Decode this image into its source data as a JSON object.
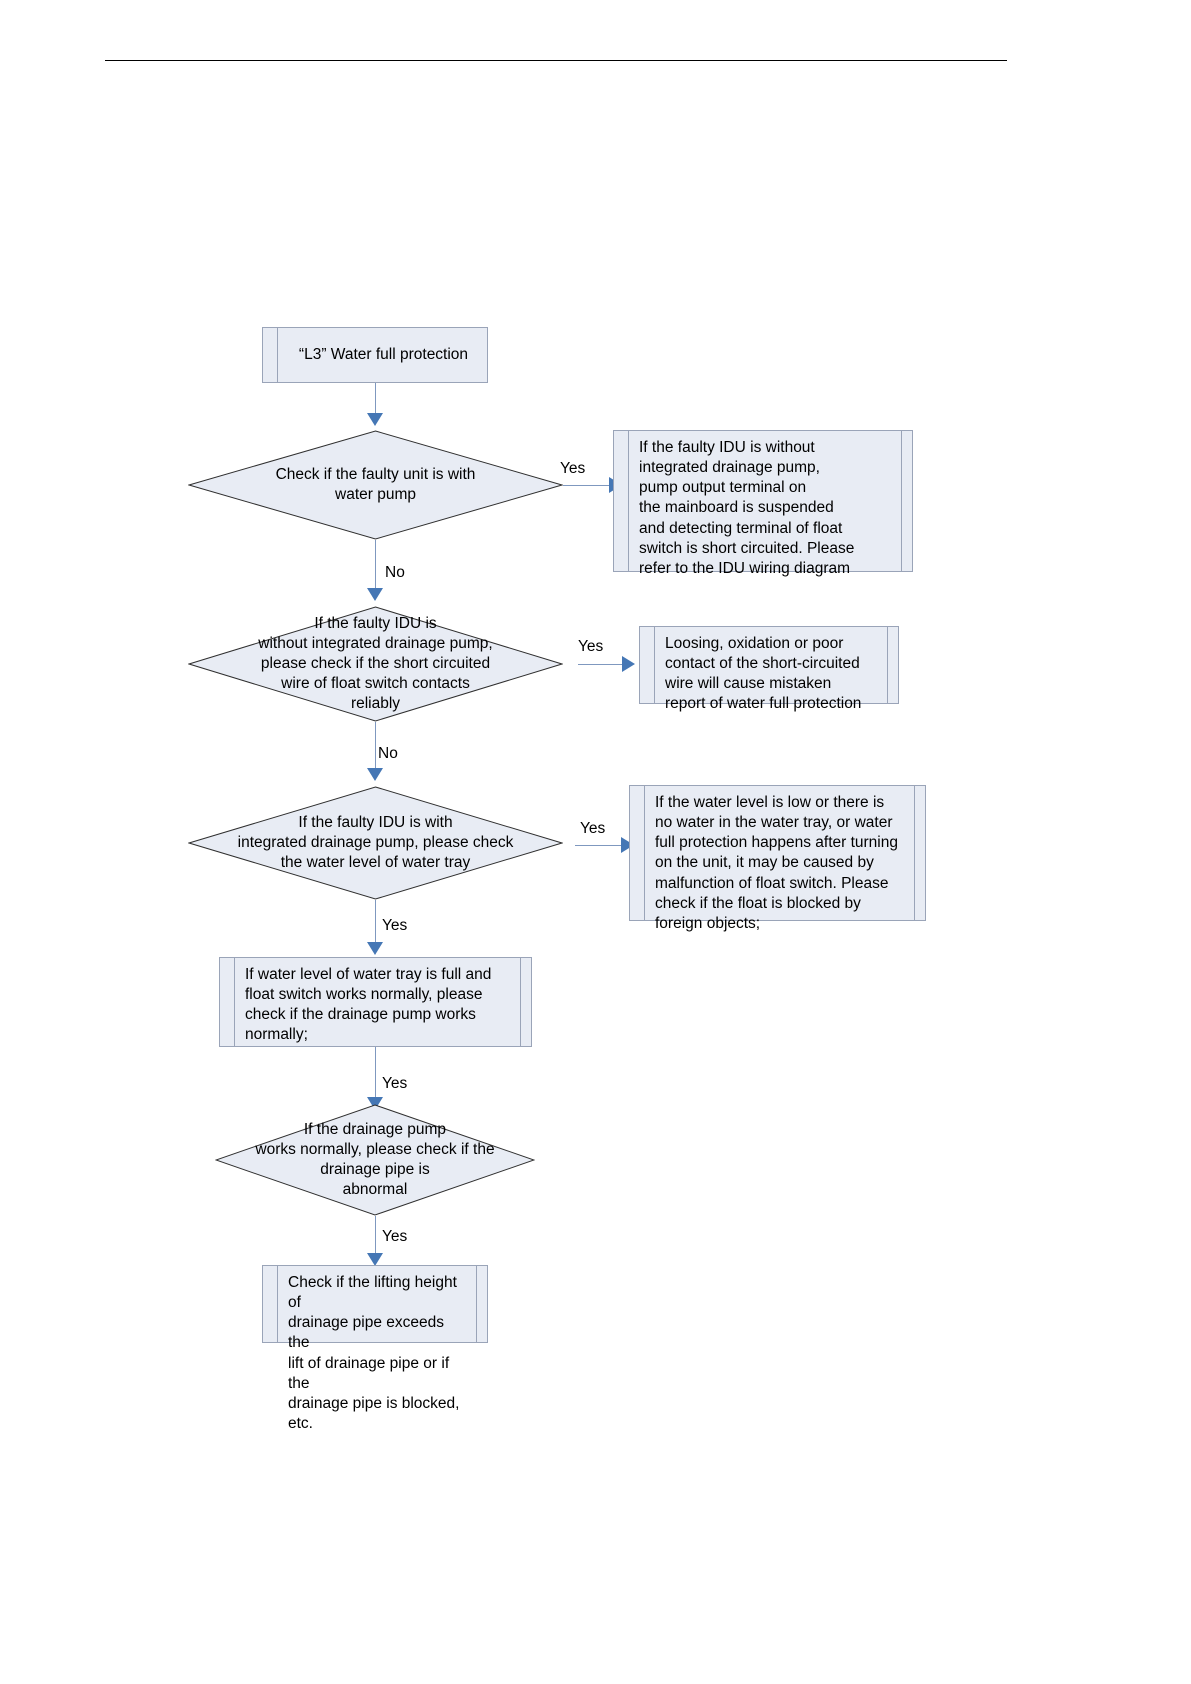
{
  "diagram": {
    "title": "“L3” Water full protection troubleshooting flowchart",
    "type": "flowchart",
    "colors": {
      "node_fill": "#e8ecf4",
      "node_border": "#9aa4b8",
      "connector": "#7f98bf",
      "arrow_head": "#4577b5",
      "text": "#000000",
      "page_background": "#ffffff"
    },
    "nodes": {
      "start": {
        "shape": "process",
        "text": "“L3” Water full protection"
      },
      "decision_1": {
        "shape": "decision",
        "text": "Check if the faulty unit is with\nwater pump"
      },
      "result_1": {
        "shape": "process",
        "text": "If the faulty IDU is without\nintegrated drainage pump,\npump output terminal on\nthe mainboard is suspended\nand detecting terminal of float\nswitch is short circuited. Please\nrefer to the IDU wiring diagram"
      },
      "decision_2": {
        "shape": "decision",
        "text": "If the faulty IDU is\nwithout integrated drainage pump,\nplease check if the short circuited\nwire of float switch contacts\nreliably"
      },
      "result_2": {
        "shape": "process",
        "text": "Loosing, oxidation or poor\ncontact of the short-circuited\nwire will cause mistaken\nreport of water full protection"
      },
      "decision_3": {
        "shape": "decision",
        "text": "If the faulty IDU is with\nintegrated drainage pump, please check\nthe water level of water tray"
      },
      "result_3": {
        "shape": "process",
        "text": "If the water level is low or there is\nno water in the water tray, or water\nfull protection happens after turning\non the unit, it may be caused by\nmalfunction of float switch. Please\ncheck if the float is blocked by\nforeign objects;"
      },
      "process_4": {
        "shape": "process",
        "text": "If water level of water tray is full and\nfloat switch works normally, please\ncheck if the drainage pump works\nnormally;"
      },
      "decision_5": {
        "shape": "decision",
        "text": "If the drainage pump\nworks normally, please check if the\ndrainage pipe is\nabnormal"
      },
      "end": {
        "shape": "process",
        "text": "Check if the lifting height of\ndrainage pipe exceeds the\nlift of drainage pipe or if the\ndrainage pipe is blocked, etc."
      }
    },
    "edge_labels": {
      "d1_yes": "Yes",
      "d1_no": "No",
      "d2_yes": "Yes",
      "d2_no": "No",
      "d3_yes_right": "Yes",
      "d3_yes_down": "Yes",
      "p4_yes": "Yes",
      "d5_yes": "Yes"
    }
  }
}
